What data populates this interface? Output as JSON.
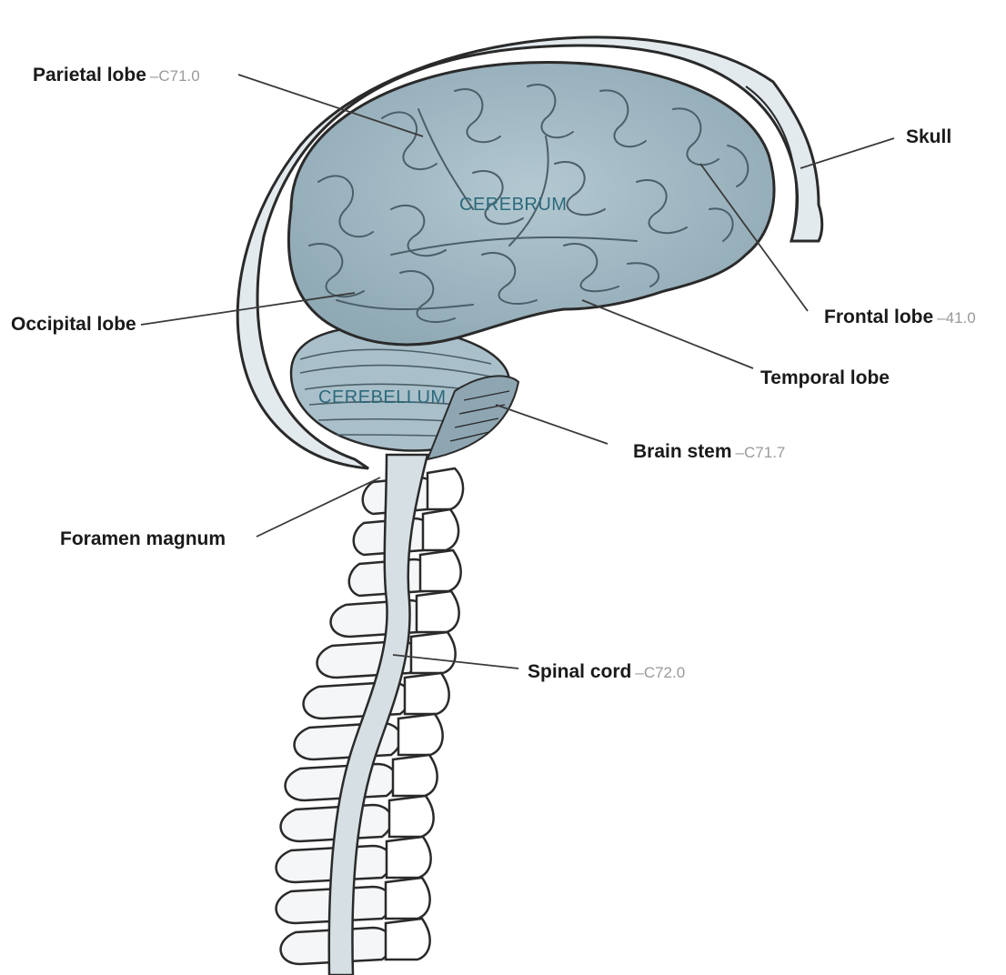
{
  "labels": {
    "parietal": {
      "name": "Parietal lobe",
      "code": "–C71.0"
    },
    "skull": {
      "name": "Skull"
    },
    "occipital": {
      "name": "Occipital lobe"
    },
    "frontal": {
      "name": "Frontal lobe",
      "code": "–41.0"
    },
    "temporal": {
      "name": "Temporal lobe"
    },
    "brainstem": {
      "name": "Brain stem",
      "code": "–C71.7"
    },
    "foramen": {
      "name": "Foramen magnum"
    },
    "spinal": {
      "name": "Spinal cord",
      "code": "–C72.0"
    }
  },
  "regions": {
    "cerebrum": "CEREBRUM",
    "cerebellum": "CEREBELLUM"
  },
  "colors": {
    "brain": "#9fb7c2",
    "brain_dark": "#7f9ba8",
    "skull": "#e3eaee",
    "outline": "#2a2a2a",
    "region_text": "#2c6a7c",
    "code_text": "#9a9a9a"
  }
}
